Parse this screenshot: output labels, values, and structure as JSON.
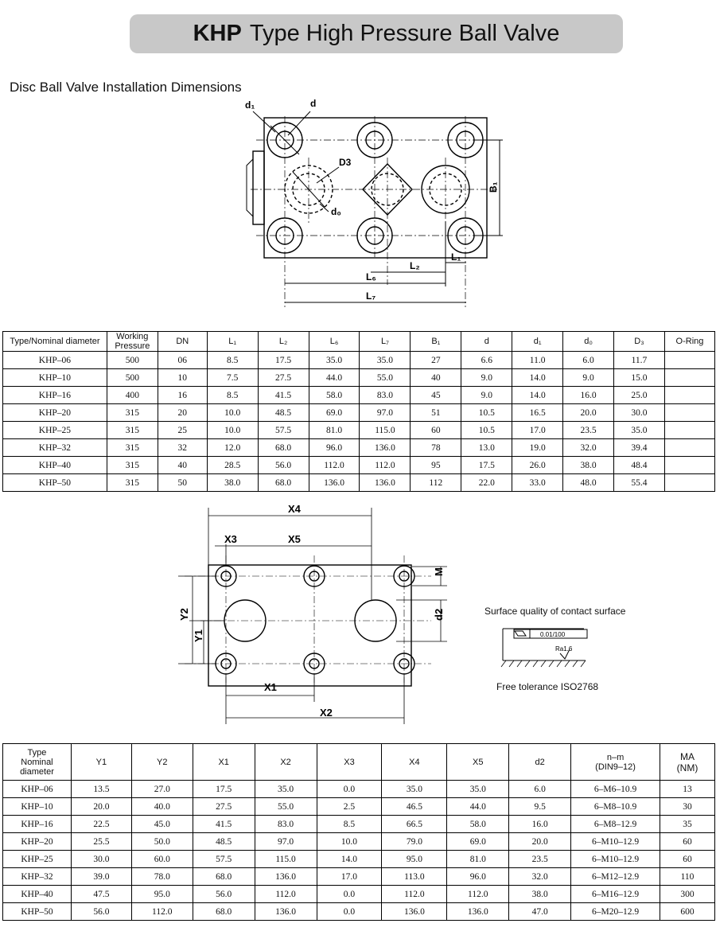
{
  "header": {
    "brand": "KHP",
    "title": "Type High Pressure Ball Valve"
  },
  "section1": {
    "title": "Disc Ball Valve Installation Dimensions"
  },
  "drawing1_labels": {
    "d1": "d₁",
    "d": "d",
    "D3": "D3",
    "d0": "d₀",
    "B1": "B₁",
    "L2": "L₂",
    "L1": "L₁",
    "L6": "L₆",
    "L7": "L₇"
  },
  "table1": {
    "headers": [
      "Type/Nominal diameter",
      "Working Pressure",
      "DN",
      "L₁",
      "L₂",
      "L₆",
      "L₇",
      "B₁",
      "d",
      "d₁",
      "d₀",
      "D₃",
      "O-Ring"
    ],
    "rows": [
      [
        "KHP–06",
        "500",
        "06",
        "8.5",
        "17.5",
        "35.0",
        "35.0",
        "27",
        "6.6",
        "11.0",
        "6.0",
        "11.7",
        ""
      ],
      [
        "KHP–10",
        "500",
        "10",
        "7.5",
        "27.5",
        "44.0",
        "55.0",
        "40",
        "9.0",
        "14.0",
        "9.0",
        "15.0",
        ""
      ],
      [
        "KHP–16",
        "400",
        "16",
        "8.5",
        "41.5",
        "58.0",
        "83.0",
        "45",
        "9.0",
        "14.0",
        "16.0",
        "25.0",
        ""
      ],
      [
        "KHP–20",
        "315",
        "20",
        "10.0",
        "48.5",
        "69.0",
        "97.0",
        "51",
        "10.5",
        "16.5",
        "20.0",
        "30.0",
        ""
      ],
      [
        "KHP–25",
        "315",
        "25",
        "10.0",
        "57.5",
        "81.0",
        "115.0",
        "60",
        "10.5",
        "17.0",
        "23.5",
        "35.0",
        ""
      ],
      [
        "KHP–32",
        "315",
        "32",
        "12.0",
        "68.0",
        "96.0",
        "136.0",
        "78",
        "13.0",
        "19.0",
        "32.0",
        "39.4",
        ""
      ],
      [
        "KHP–40",
        "315",
        "40",
        "28.5",
        "56.0",
        "112.0",
        "112.0",
        "95",
        "17.5",
        "26.0",
        "38.0",
        "48.4",
        ""
      ],
      [
        "KHP–50",
        "315",
        "50",
        "38.0",
        "68.0",
        "136.0",
        "136.0",
        "112",
        "22.0",
        "33.0",
        "48.0",
        "55.4",
        ""
      ]
    ]
  },
  "drawing2_labels": {
    "X4": "X4",
    "X3": "X3",
    "X5": "X5",
    "M": "M",
    "Y2": "Y2",
    "d2": "d2",
    "Y1": "Y1",
    "X1": "X1",
    "X2": "X2"
  },
  "surface": {
    "caption": "Surface quality of contact surface",
    "flatness": "0.01/100",
    "roughness": "Ra1.6",
    "tolerance": "Free tolerance ISO2768"
  },
  "table2": {
    "headers": [
      "Type",
      "Nominal diameter",
      "Y1",
      "Y2",
      "X1",
      "X2",
      "X3",
      "X4",
      "X5",
      "d2",
      "n–m",
      "(DIN9–12)",
      "MA",
      "(NM)"
    ],
    "rows": [
      [
        "KHP–06",
        "13.5",
        "27.0",
        "17.5",
        "35.0",
        "0.0",
        "35.0",
        "35.0",
        "6.0",
        "6–M6–10.9",
        "13"
      ],
      [
        "KHP–10",
        "20.0",
        "40.0",
        "27.5",
        "55.0",
        "2.5",
        "46.5",
        "44.0",
        "9.5",
        "6–M8–10.9",
        "30"
      ],
      [
        "KHP–16",
        "22.5",
        "45.0",
        "41.5",
        "83.0",
        "8.5",
        "66.5",
        "58.0",
        "16.0",
        "6–M8–12.9",
        "35"
      ],
      [
        "KHP–20",
        "25.5",
        "50.0",
        "48.5",
        "97.0",
        "10.0",
        "79.0",
        "69.0",
        "20.0",
        "6–M10–12.9",
        "60"
      ],
      [
        "KHP–25",
        "30.0",
        "60.0",
        "57.5",
        "115.0",
        "14.0",
        "95.0",
        "81.0",
        "23.5",
        "6–M10–12.9",
        "60"
      ],
      [
        "KHP–32",
        "39.0",
        "78.0",
        "68.0",
        "136.0",
        "17.0",
        "113.0",
        "96.0",
        "32.0",
        "6–M12–12.9",
        "110"
      ],
      [
        "KHP–40",
        "47.5",
        "95.0",
        "56.0",
        "112.0",
        "0.0",
        "112.0",
        "112.0",
        "38.0",
        "6–M16–12.9",
        "300"
      ],
      [
        "KHP–50",
        "56.0",
        "112.0",
        "68.0",
        "136.0",
        "0.0",
        "136.0",
        "136.0",
        "47.0",
        "6–M20–12.9",
        "600"
      ]
    ]
  }
}
